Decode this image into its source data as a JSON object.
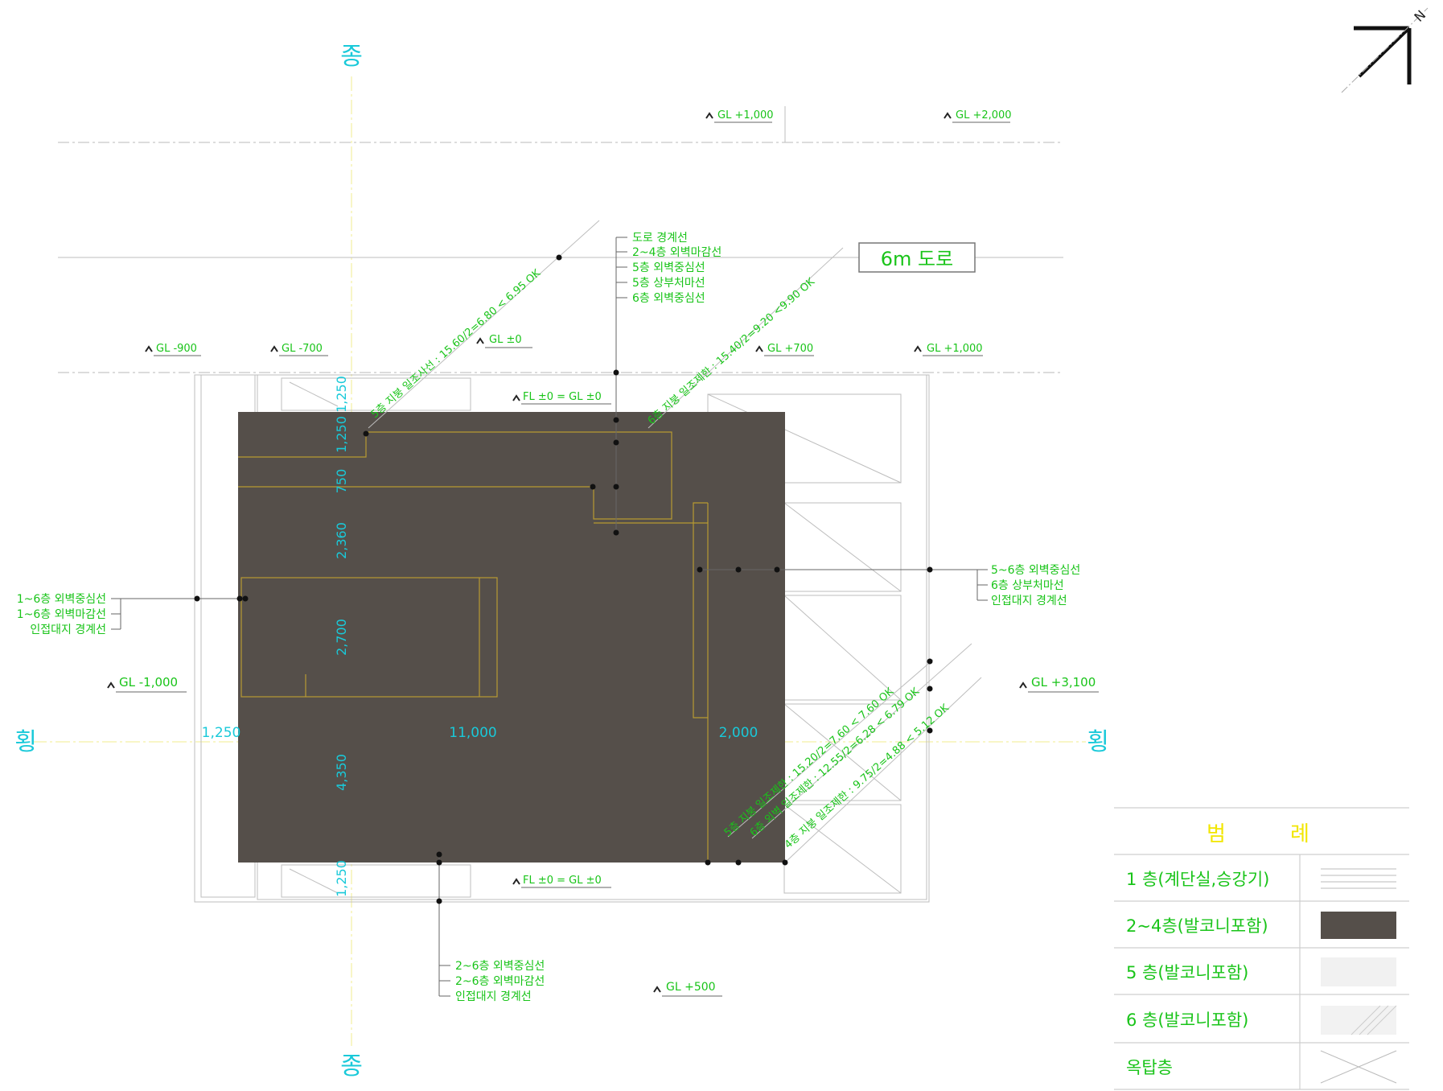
{
  "axis_labels": {
    "vertical_top": "종",
    "vertical_bottom": "종",
    "horizontal_left": "횡",
    "horizontal_right": "횡"
  },
  "north_arrow": {
    "glyph": "N",
    "icon": "north-arrow-icon"
  },
  "road": {
    "label": "6m 도로"
  },
  "ground_levels": {
    "top_a": "GL +1,000",
    "top_b": "GL +2,000",
    "mid_1": "GL -900",
    "mid_2": "GL -700",
    "mid_3": "GL ±0",
    "mid_4": "GL +700",
    "mid_5": "GL +1,000",
    "left": "GL -1,000",
    "right": "GL +3,100",
    "bottom": "GL +500"
  },
  "floor_levels": {
    "top": "FL ±0 = GL ±0",
    "bottom": "FL ±0 = GL ±0"
  },
  "sunlight_notes": {
    "top_left": "5층 지붕 일조사선 : 15.60/2=6.80 < 6.95 OK",
    "top_right": "6층 지붕 일조제한 : 15.40/2=9.20 <9.90 OK",
    "right_1": "5층 지붕 일조제한 : 15.20/2=7.60 < 7.60 OK",
    "right_2": "6층 외벽 일조제한 : 12.55/2=6.28 < 6.79 OK",
    "right_3": "4층 지붕 일조제한 : 9.75/2=4.88 < 5.12 OK"
  },
  "callouts": {
    "top": [
      "도로 경계선",
      "2~4층 외벽마감선",
      "5층 외벽중심선",
      "5층 상부처마선",
      "6층 외벽중심선"
    ],
    "right": [
      "5~6층 외벽중심선",
      "6층 상부처마선",
      "인접대지 경계선"
    ],
    "left": [
      "1~6층 외벽중심선",
      "1~6층 외벽마감선",
      "인접대지 경계선"
    ],
    "bottom": [
      "2~6층 외벽중심선",
      "2~6층 외벽마감선",
      "인접대지 경계선"
    ]
  },
  "dimensions": {
    "vertical": [
      "1,250",
      "1,250",
      "750",
      "2,360",
      "2,700",
      "4,350",
      "1,250"
    ],
    "horizontal": [
      "1,250",
      "11,000",
      "2,000"
    ]
  },
  "legend": {
    "title_left": "범",
    "title_right": "례",
    "rows": [
      {
        "label": "1   층(계단실,승강기)",
        "swatch": "lines"
      },
      {
        "label": "2~4층(발코니포함)",
        "swatch": "dark"
      },
      {
        "label": "5   층(발코니포함)",
        "swatch": "light"
      },
      {
        "label": "6   층(발코니포함)",
        "swatch": "hatch"
      },
      {
        "label": "옥탑층",
        "swatch": "cross"
      }
    ]
  },
  "colors": {
    "floor_2_4": "#554f4a",
    "annotation": "#19c419",
    "dimension": "#19c9d9",
    "legend_title": "#f2e600"
  }
}
